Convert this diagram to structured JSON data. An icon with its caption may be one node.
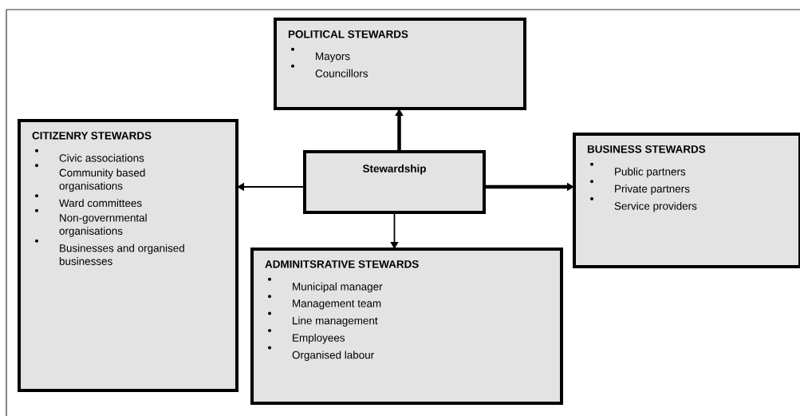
{
  "diagram": {
    "nodes": [
      {
        "text": [
          "POLITICAL STEWARDS",
          "Mayors",
          "Councillors"
        ]
      },
      {
        "text": [
          "CITIZENRY STEWARDS",
          "Civic associations",
          "Community based organisations",
          "Ward committees",
          "Non-governmental organisations",
          "Businesses and organised businesses"
        ]
      },
      {
        "text": [
          "Stewardship"
        ]
      },
      {
        "text": [
          "BUSINESS STEWARDS",
          "Public partners",
          "Private partners",
          "Service providers"
        ]
      },
      {
        "text": [
          "ADMINITSRATIVE STEWARDS",
          "Municipal manager",
          "Management team",
          "Line management",
          "Employees",
          "Organised labour"
        ]
      }
    ],
    "edges": [
      {
        "from": 2,
        "to": 0,
        "arrow": "to",
        "style": "thick"
      },
      {
        "from": 2,
        "to": 1,
        "arrow": "to"
      },
      {
        "from": 2,
        "to": 3,
        "arrow": "to",
        "style": "thick"
      },
      {
        "from": 2,
        "to": 4,
        "arrow": "to"
      }
    ]
  }
}
